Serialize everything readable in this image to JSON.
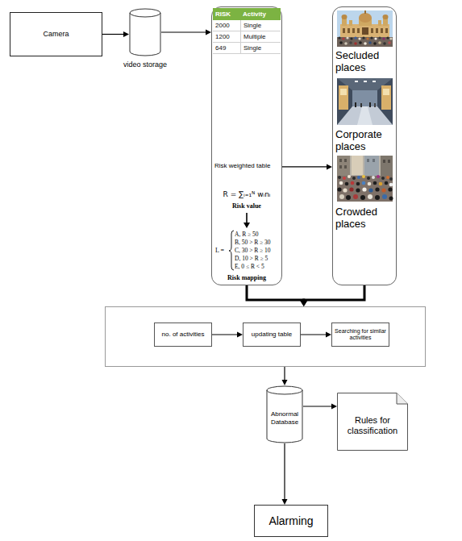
{
  "diagram": {
    "nodes": [
      {
        "text": [
          "Camera"
        ]
      },
      {
        "text": [
          "video storage"
        ]
      },
      {
        "text": [
          "RISK",
          "Activity",
          "2000",
          "Single",
          "1200",
          "Multiple",
          "649",
          "Single",
          "Risk weighted table",
          "R = ∑ᵢ₌₁ᴺ wᵢnᵢ",
          "Risk value",
          "L =",
          "A, R ≥ 50",
          "B, 50 > R ≥ 30",
          "C, 30 > R ≥ 10",
          "D, 10 > R ≥ 5",
          "E, 0 ≤ R < 5",
          "Risk mapping"
        ]
      },
      {
        "text": [
          "Secluded places",
          "Corporate places",
          "Crowded places"
        ]
      },
      {
        "text": []
      },
      {
        "text": [
          "no. of activities"
        ],
        "in": 4
      },
      {
        "text": [
          "updating table"
        ],
        "in": 4
      },
      {
        "text": [
          "Searching for similar activities"
        ],
        "in": 4
      },
      {
        "text": [
          "Abnormal Database"
        ]
      },
      {
        "text": [
          "Rules for classification"
        ]
      },
      {
        "text": [
          "Alarming"
        ]
      }
    ],
    "edges": [
      {
        "from": 0,
        "to": 1,
        "arrow": "to"
      },
      {
        "from": 1,
        "to": 2,
        "arrow": "to"
      },
      {
        "from": 2,
        "to": 3,
        "arrow": "to"
      },
      {
        "from": 2,
        "to": 4,
        "arrow": "to"
      },
      {
        "from": 3,
        "to": 4,
        "arrow": "to"
      },
      {
        "from": 4,
        "to": 8,
        "arrow": "to"
      },
      {
        "from": 5,
        "to": 6,
        "arrow": "to"
      },
      {
        "from": 6,
        "to": 7,
        "arrow": "to"
      },
      {
        "from": 8,
        "to": 9,
        "arrow": "to"
      },
      {
        "from": 8,
        "to": 10,
        "arrow": "to"
      }
    ]
  }
}
